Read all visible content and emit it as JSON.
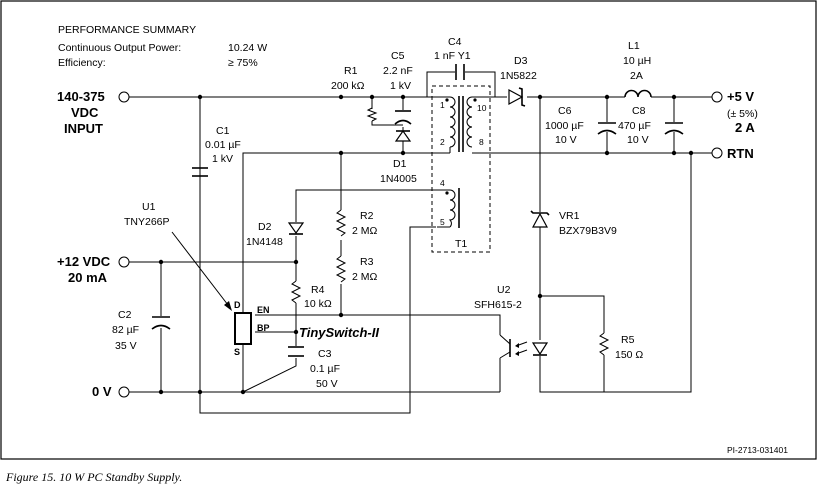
{
  "summary": {
    "heading": "PERFORMANCE SUMMARY",
    "rows": [
      {
        "label": "Continuous Output Power:",
        "value": "10.24 W"
      },
      {
        "label": "Efficiency:",
        "value": "≥ 75%"
      }
    ]
  },
  "input_main": [
    "140-375",
    "VDC",
    "INPUT"
  ],
  "input_aux": [
    "+12 VDC",
    "20 mA"
  ],
  "ground_label": "0 V",
  "output": {
    "voltage": "+5 V",
    "tolerance": "(± 5%)",
    "current": "2 A",
    "return": "RTN"
  },
  "components": {
    "c1": [
      "C1",
      "0.01 µF",
      "1 kV"
    ],
    "u1": [
      "U1",
      "TNY266P"
    ],
    "d2": [
      "D2",
      "1N4148"
    ],
    "c2": [
      "C2",
      "82 µF",
      "35 V"
    ],
    "r4": [
      "R4",
      "10 kΩ"
    ],
    "c3": [
      "C3",
      "0.1 µF",
      "50 V"
    ],
    "r1": [
      "R1",
      "200 kΩ"
    ],
    "c5": [
      "C5",
      "2.2 nF",
      "1 kV"
    ],
    "d1": [
      "D1",
      "1N4005"
    ],
    "r2": [
      "R2",
      "2 MΩ"
    ],
    "r3": [
      "R3",
      "2 MΩ"
    ],
    "c4": [
      "C4",
      "1 nF Y1"
    ],
    "d3": [
      "D3",
      "1N5822"
    ],
    "l1": [
      "L1",
      "10 µH",
      "2A"
    ],
    "c6": [
      "C6",
      "1000 µF",
      "10 V"
    ],
    "c8": [
      "C8",
      "470 µF",
      "10 V"
    ],
    "t1": "T1",
    "vr1": [
      "VR1",
      "BZX79B3V9"
    ],
    "u2": [
      "U2",
      "SFH615-2"
    ],
    "r5": [
      "R5",
      "150 Ω"
    ]
  },
  "ic": {
    "brand": "TinySwitch-II",
    "pins": [
      "D",
      "EN",
      "BP",
      "S"
    ]
  },
  "transformer_pins": [
    "1",
    "2",
    "4",
    "5",
    "10",
    "8"
  ],
  "part_number": "PI-2713-031401",
  "caption": "Figure 15.  10 W PC Standby Supply."
}
